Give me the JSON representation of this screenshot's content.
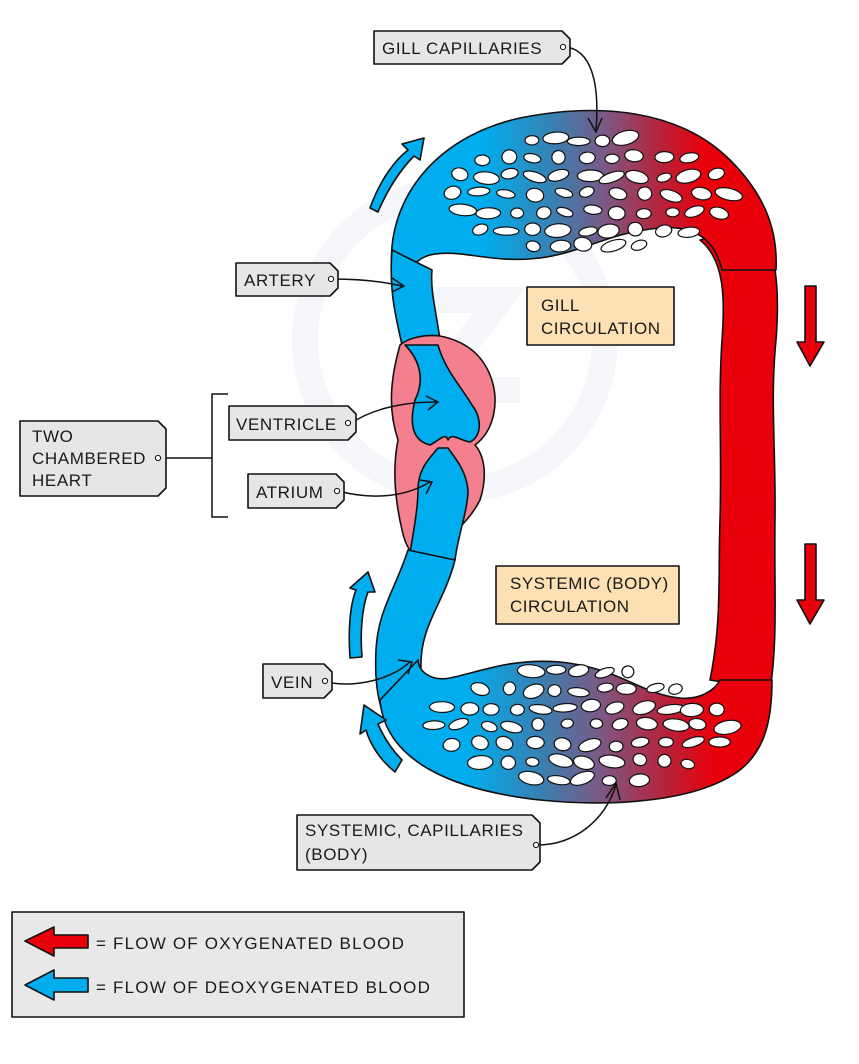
{
  "title": "Fish single circulatory system",
  "labels": {
    "gill_capillaries": "GILL  CAPILLARIES",
    "artery": "ARTERY",
    "ventricle": "VENTRICLE",
    "atrium": "ATRIUM",
    "vein": "VEIN",
    "heart": [
      "TWO",
      "CHAMBERED",
      "HEART"
    ],
    "systemic_capillaries": [
      "SYSTEMIC,  CAPILLARIES",
      "(BODY)"
    ]
  },
  "regions": {
    "gill_circulation": [
      "GILL",
      "CIRCULATION"
    ],
    "systemic_circulation": [
      "SYSTEMIC  (BODY)",
      "CIRCULATION"
    ]
  },
  "legend": {
    "items": [
      {
        "label": "= FLOW  OF  OXYGENATED   BLOOD",
        "color": "#e8000b",
        "icon": "red-arrow-left"
      },
      {
        "label": "= FLOW  OF  DEOXYGENATED  BLOOD",
        "color": "#00aeef",
        "icon": "blue-arrow-left"
      }
    ]
  },
  "colors": {
    "deoxygenated": "#00aeef",
    "oxygenated": "#e8000b",
    "mixed": "#7a5a86",
    "heart_tissue": "#f4808f",
    "tag_fill": "#e6e6e6",
    "region_fill": "#fde0b4",
    "legend_fill": "#e8e8e8"
  }
}
